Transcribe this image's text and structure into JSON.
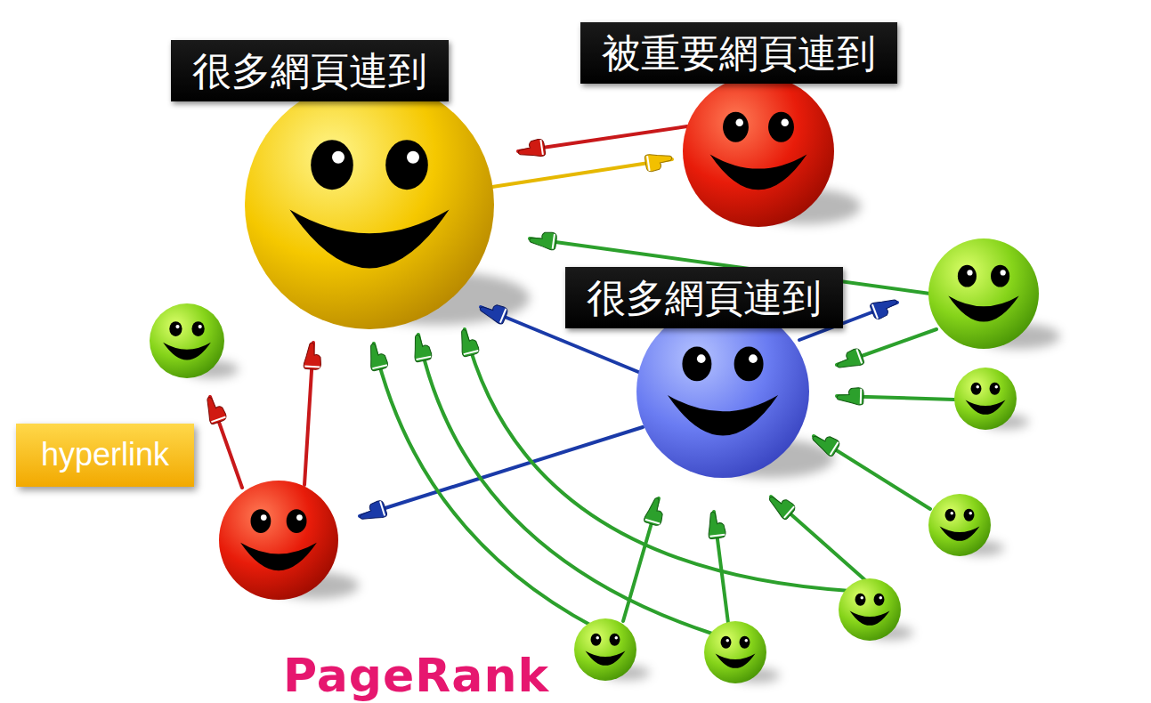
{
  "diagram": {
    "nodes": [
      {
        "text": [
          "很多網頁連到"
        ]
      },
      {
        "text": [
          "被重要網頁連到"
        ]
      },
      {
        "text": [
          "很多網頁連到"
        ]
      },
      {
        "text": [
          "hyperlink"
        ]
      }
    ],
    "labels": [
      "PageRank"
    ]
  }
}
